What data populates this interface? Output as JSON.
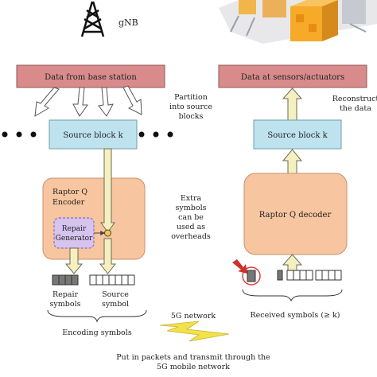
{
  "left": {
    "tower_label": "gNB",
    "base_station": "Data from base station",
    "partition": [
      "Partition",
      "into source",
      "blocks"
    ],
    "source_block": "Source block k",
    "encoder": [
      "Raptor Q",
      "Encoder"
    ],
    "repair_gen": [
      "Repair",
      "Generator"
    ],
    "repair_symbols": [
      "Repair",
      "symbols"
    ],
    "source_symbol": [
      "Source",
      "symbol"
    ],
    "encoding_symbols": "Encoding symbols",
    "extra": [
      "Extra",
      "symbols",
      "can be",
      "used as",
      "overheads"
    ]
  },
  "right": {
    "sensors": "Data at sensors/actuators",
    "reconstruct": [
      "Reconstruct",
      "the data"
    ],
    "source_block": "Source block k",
    "decoder": "Raptor Q decoder",
    "received": "Received symbols (≥ k)"
  },
  "bottom": {
    "network": "5G network",
    "transmit": [
      "Put in packets and transmit through the",
      "5G mobile network"
    ]
  },
  "colors": {
    "pink": "#d98b8b",
    "blue": "#bfe3ee",
    "orange": "#f7c59f",
    "purple": "#d6c3ee",
    "arrow": "#f6f0c0",
    "gold": "#f2c94c"
  },
  "icons": [
    "tower-icon",
    "factory-icon",
    "lightning-icon",
    "red-arrow-icon"
  ]
}
